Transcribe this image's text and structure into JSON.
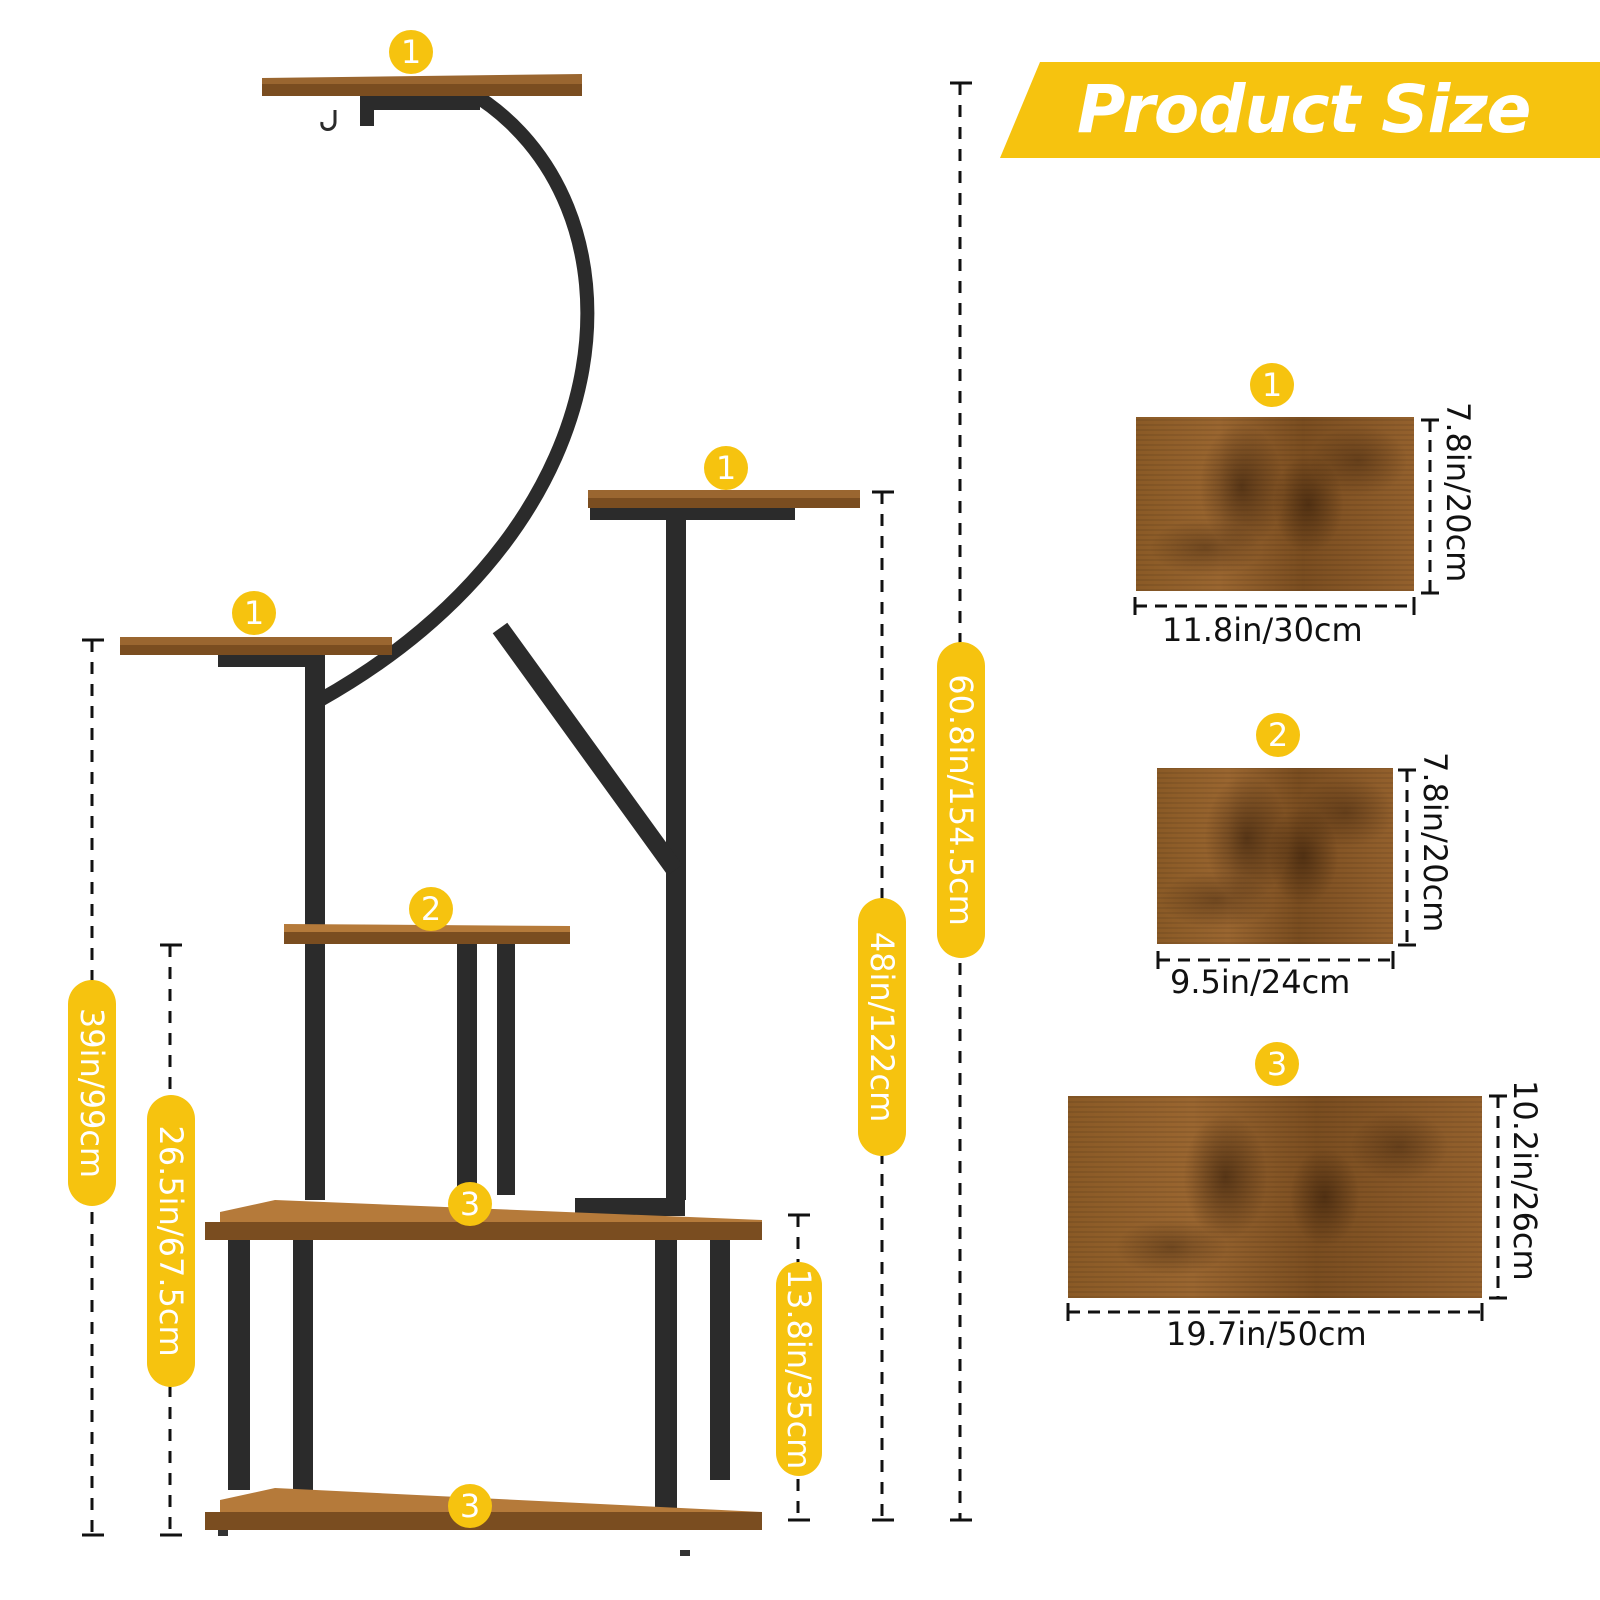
{
  "banner": {
    "title": "Product Size",
    "color": "#f6c30f"
  },
  "stand": {
    "shelf_badges": [
      "1",
      "1",
      "1",
      "2",
      "3",
      "3"
    ],
    "dimensions": {
      "total_height": "60.8in/154.5cm",
      "right_post_height": "48in/122cm",
      "left_post_height": "39in/99cm",
      "middle_shelf_height": "26.5in/67.5cm",
      "lower_tier_height": "13.8in/35cm"
    }
  },
  "shelf_specs": [
    {
      "badge": "1",
      "width": "11.8in/30cm",
      "depth": "7.8in/20cm"
    },
    {
      "badge": "2",
      "width": "9.5in/24cm",
      "depth": "7.8in/20cm"
    },
    {
      "badge": "3",
      "width": "19.7in/50cm",
      "depth": "10.2in/26cm"
    }
  ],
  "colors": {
    "accent": "#f6c30f",
    "frame": "#2b2b2b",
    "wood": "#8a5a26",
    "dimension_line": "#111111"
  }
}
